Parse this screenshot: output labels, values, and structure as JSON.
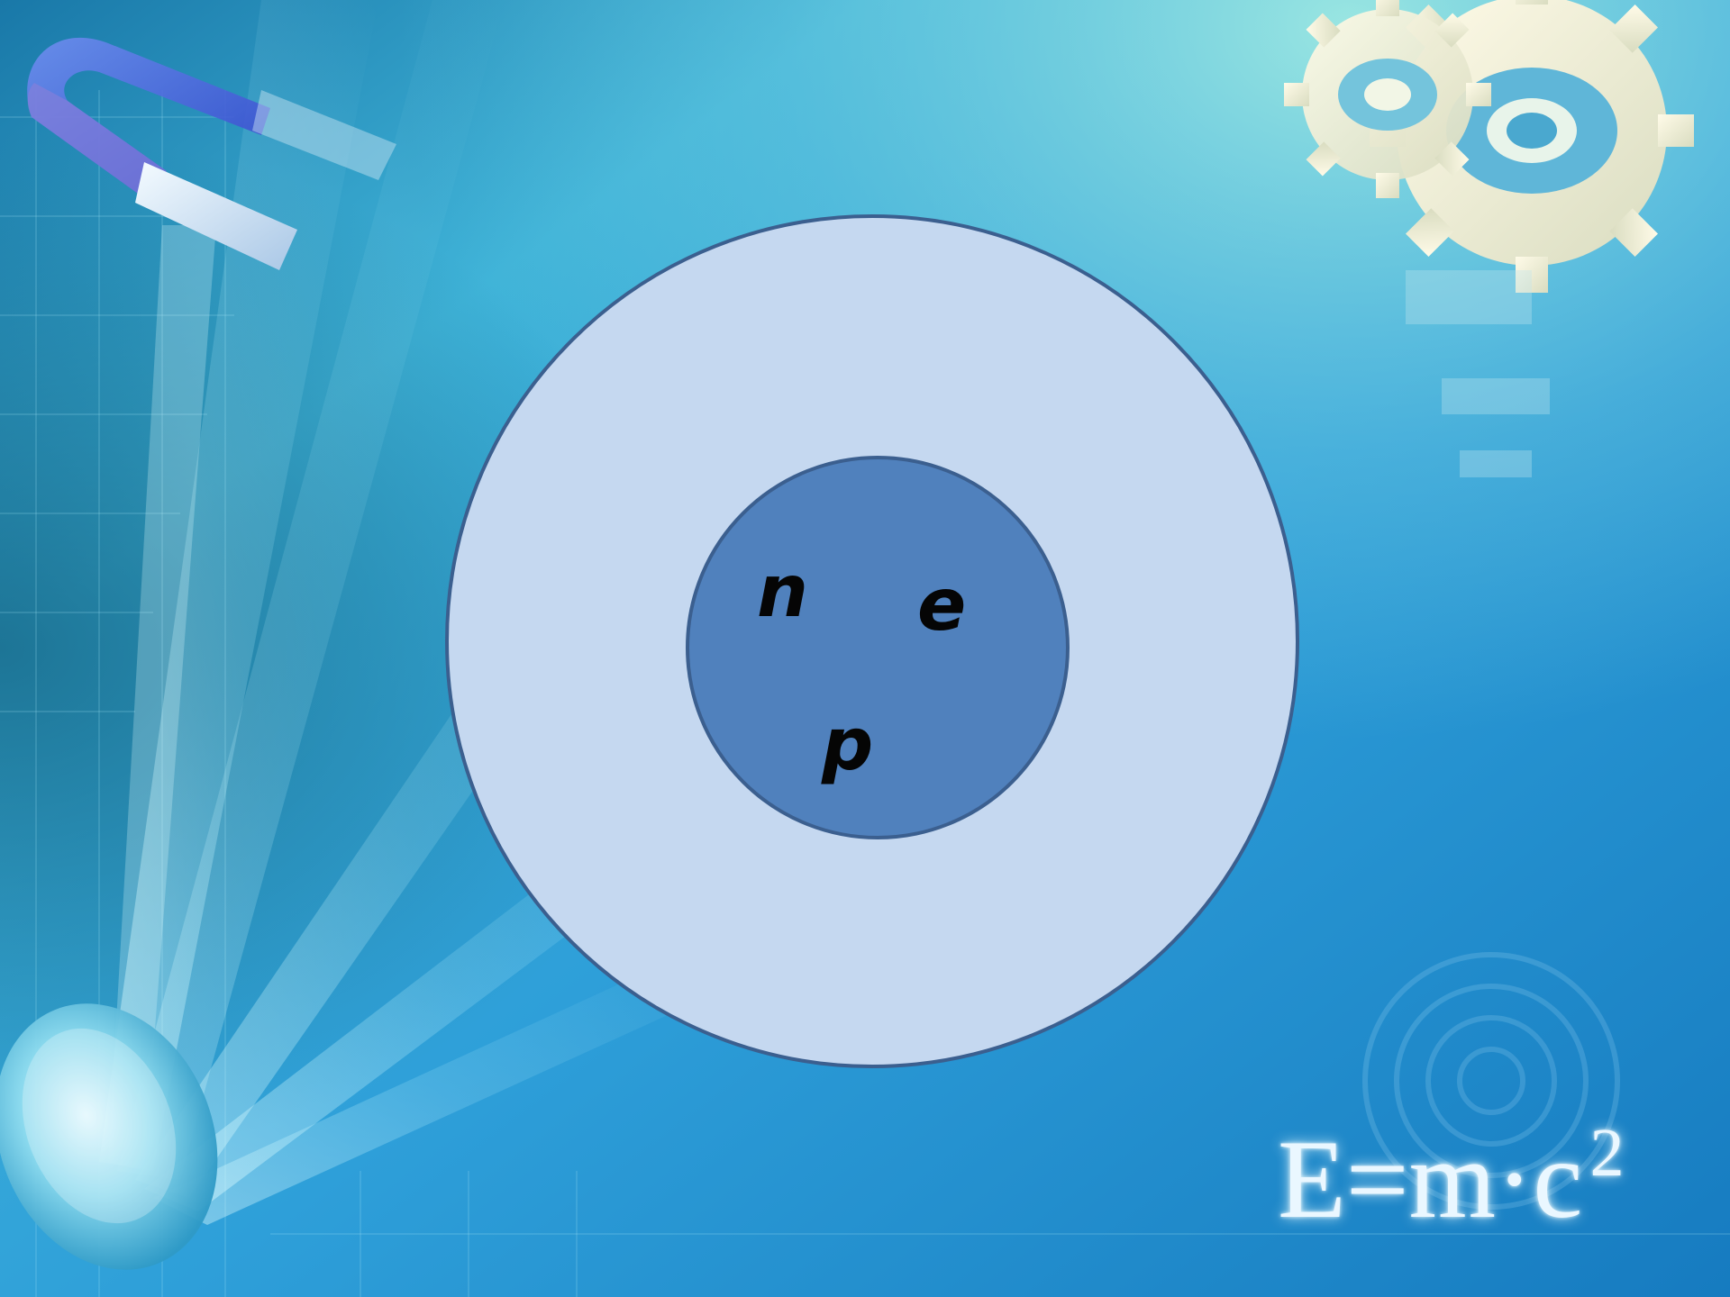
{
  "diagram": {
    "particles": {
      "n": "n",
      "e": "e",
      "p": "p"
    }
  },
  "decor": {
    "formula_main": "E=m·c",
    "formula_exponent": "2",
    "icons": [
      "magnet-icon",
      "gears-icon",
      "lens-icon",
      "concentric-rings-icon"
    ]
  },
  "colors": {
    "background_top_right": "#8fe2e4",
    "background_main": "#2a9fd8",
    "background_bottom": "#1d7fc4",
    "outer_circle_fill": "#c5d8f0",
    "inner_circle_fill": "#5081bd",
    "circle_stroke": "#3b5f8f",
    "text_color": "#050505"
  }
}
